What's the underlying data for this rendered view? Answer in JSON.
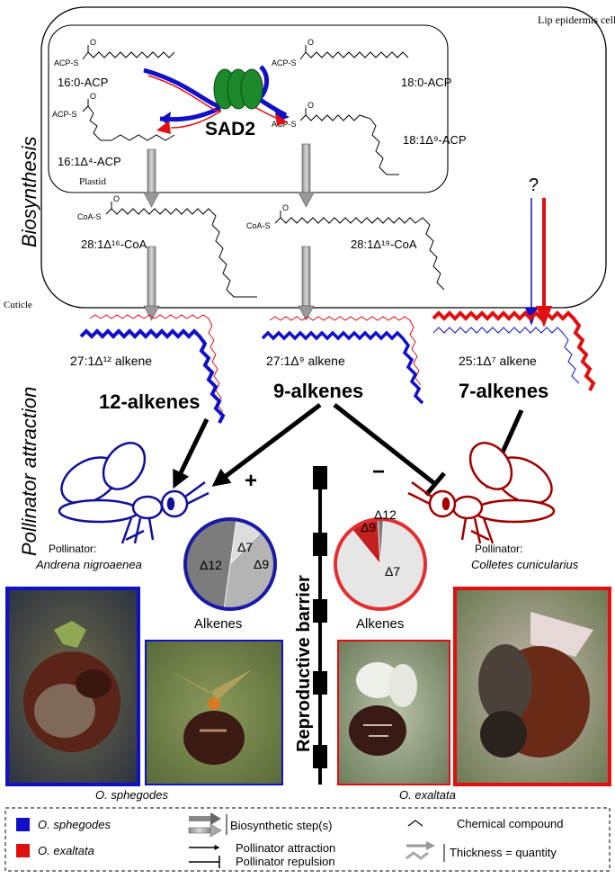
{
  "cell_label": "Lip epidermis cell",
  "plastid_label": "Plastid",
  "cuticle_label": "Cuticle",
  "side_labels": {
    "biosynthesis": "Biosynthesis",
    "pollinator_attraction": "Pollinator attraction"
  },
  "enzyme": "SAD2",
  "acp_prefix": "ACP-S",
  "coa_prefix": "CoA-S",
  "compounds": {
    "c16_0": "16:0-ACP",
    "c18_0": "18:0-ACP",
    "c16_1": "16:1Δ⁴-ACP",
    "c18_1": "18:1Δ⁹-ACP",
    "c28_16": "28:1Δ¹⁶-CoA",
    "c28_19": "28:1Δ¹⁹-CoA",
    "a27_12": "27:1Δ¹² alkene",
    "a27_9": "27:1Δ⁹ alkene",
    "a25_7": "25:1Δ⁷ alkene"
  },
  "question_mark": "?",
  "alkene_classes": {
    "a12": "12-alkenes",
    "a9": "9-alkenes",
    "a7": "7-alkenes"
  },
  "signs": {
    "plus": "+",
    "minus": "−"
  },
  "barrier_label": "Reproductive barrier",
  "pollinator_label": "Pollinator:",
  "pollinator_left": "Andrena nigroaenea",
  "pollinator_right": "Colletes cunicularius",
  "pie_left": {
    "caption": "Alkenes",
    "slices": [
      {
        "label": "Δ7",
        "value": 10,
        "color": "#dcdcdc"
      },
      {
        "label": "Δ9",
        "value": 40,
        "color": "#b4b4b4"
      },
      {
        "label": "Δ12",
        "value": 50,
        "color": "#7c7c7c"
      }
    ],
    "ring_color": "#1a1aa8"
  },
  "pie_right": {
    "caption": "Alkenes",
    "slices": [
      {
        "label": "Δ7",
        "value": 88,
        "color": "#e6e6e6"
      },
      {
        "label": "Δ9",
        "value": 10,
        "color": "#c42020"
      },
      {
        "label": "Δ12",
        "value": 2,
        "color": "#7c7c7c"
      }
    ],
    "ring_color": "#e23030"
  },
  "species_left": "O. sphegodes",
  "species_right": "O. exaltata",
  "legend": {
    "sphegodes": "O. sphegodes",
    "exaltata": "O. exaltata",
    "biosynthetic": "Biosynthetic step(s)",
    "attraction": "Pollinator attraction",
    "repulsion": "Pollinator repulsion",
    "compound": "Chemical compound",
    "thickness": "Thickness = quantity"
  },
  "colors": {
    "blue": "#1010c8",
    "red": "#e01010",
    "dark_red": "#a00000",
    "navy": "#10109a",
    "green": "#1c8a2a"
  }
}
